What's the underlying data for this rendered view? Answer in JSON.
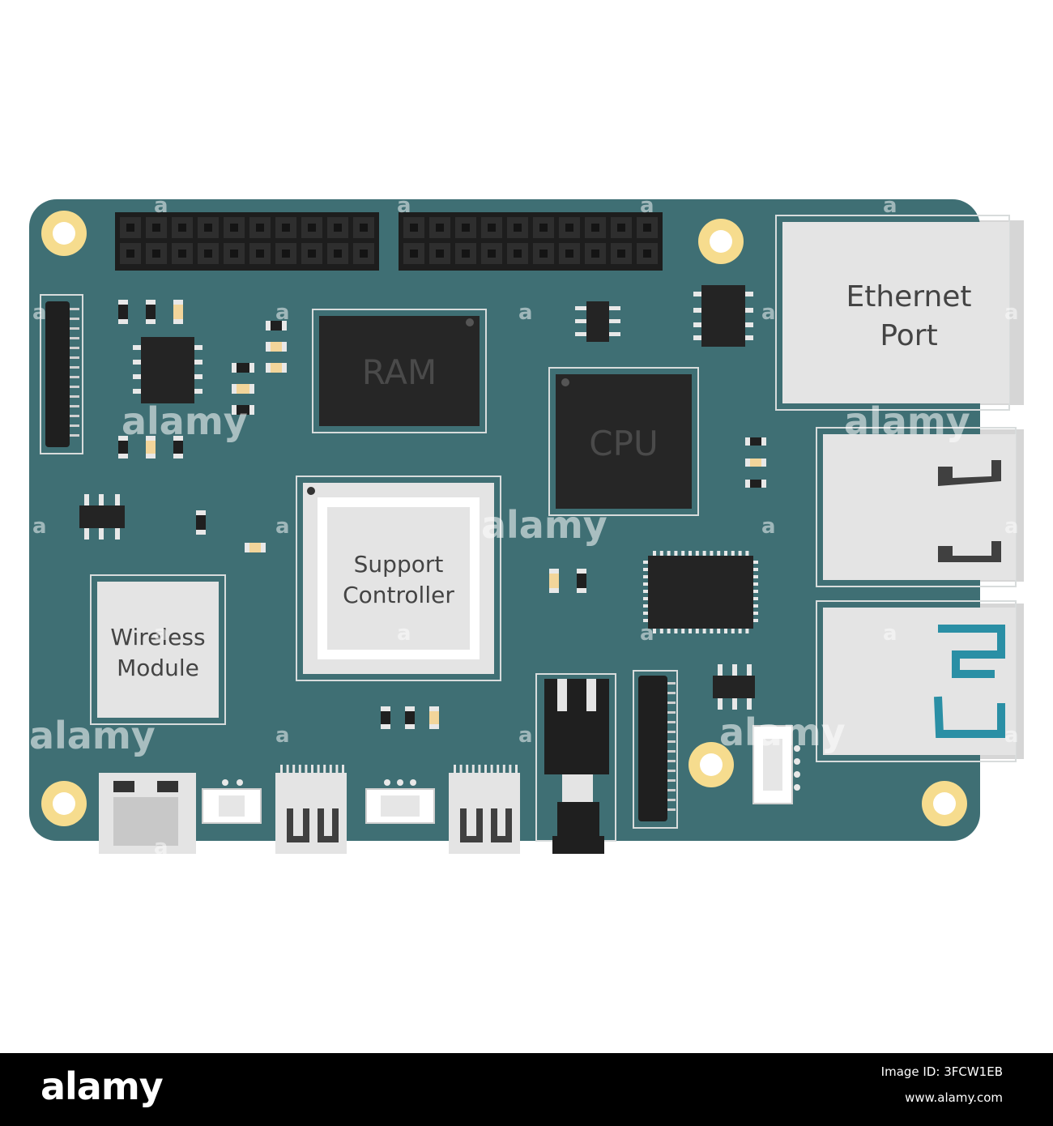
{
  "labels": {
    "ram": "RAM",
    "cpu": "CPU",
    "ethernet_line1": "Ethernet",
    "ethernet_line2": "Port",
    "support_line1": "Support",
    "support_line2": "Controller",
    "wireless_line1": "Wireless",
    "wireless_line2": "Module"
  },
  "watermark": {
    "text": "alamy",
    "small_text": "a"
  },
  "footer": {
    "logo": "alamy",
    "image_id": "Image ID: 3FCW1EB",
    "url": "www.alamy.com"
  },
  "colors": {
    "board": "#3f6f74",
    "chip": "#262626",
    "port": "#e4e4e4",
    "hole": "#f6dc8e",
    "usb3_accent": "#2a8fa5"
  }
}
